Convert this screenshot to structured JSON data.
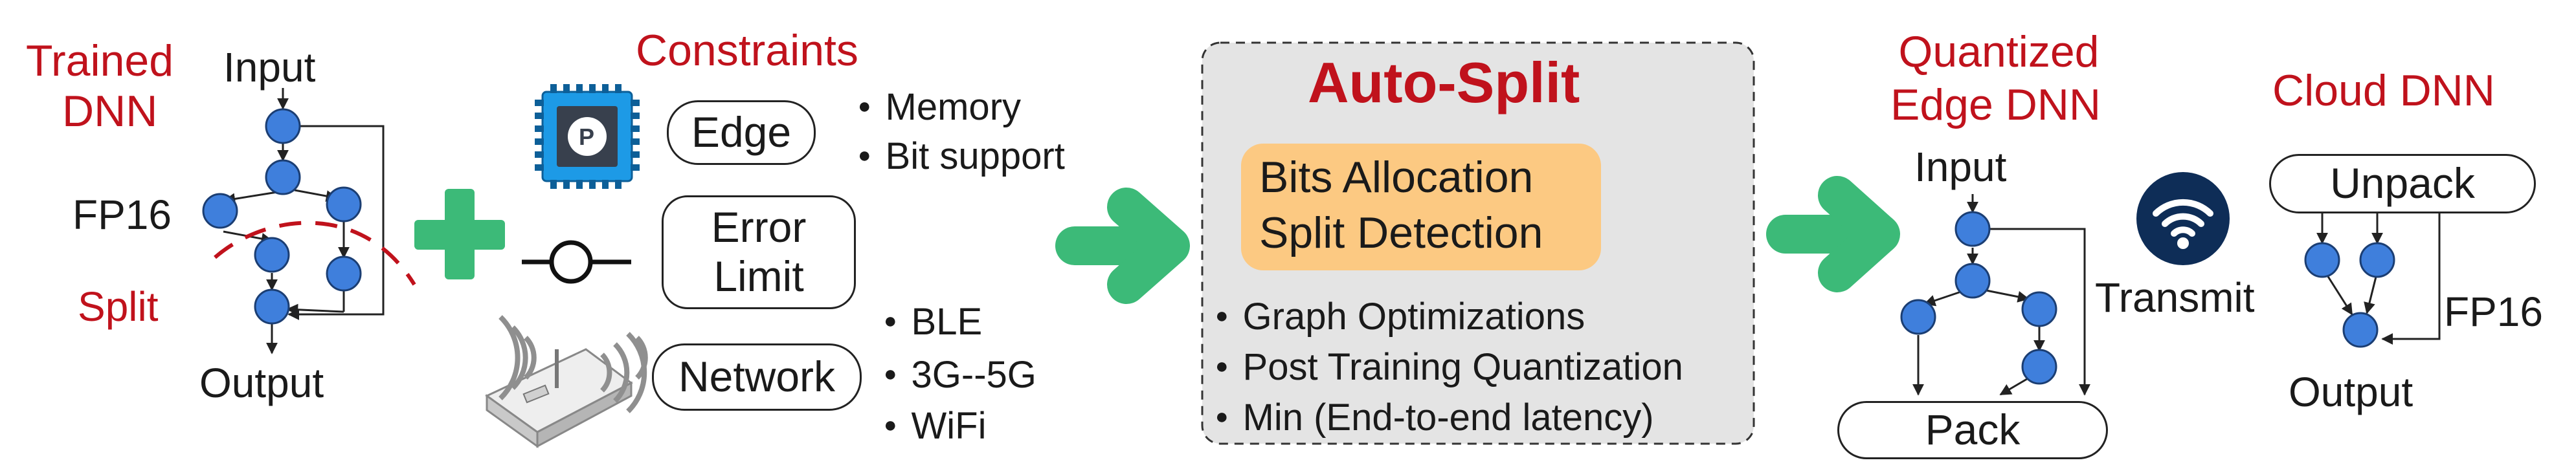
{
  "trained": {
    "title_line1": "Trained",
    "title_line2": "DNN",
    "input_label": "Input",
    "precision_label": "FP16",
    "split_label": "Split",
    "output_label": "Output"
  },
  "constraints": {
    "title": "Constraints",
    "edge_box": "Edge",
    "edge_bullets": [
      "Memory",
      "Bit support"
    ],
    "error_box_line1": "Error",
    "error_box_line2": "Limit",
    "network_box": "Network",
    "network_bullets": [
      "BLE",
      "3G--5G",
      "WiFi"
    ],
    "chip_letter": "P"
  },
  "autosplit": {
    "title": "Auto-Split",
    "feature_line1": "Bits Allocation",
    "feature_line2": "Split Detection",
    "bullets": [
      "Graph Optimizations",
      "Post Training Quantization",
      "Min (End-to-end latency)"
    ]
  },
  "edge_dnn": {
    "title_line1": "Quantized",
    "title_line2": "Edge DNN",
    "input_label": "Input",
    "pack_label": "Pack"
  },
  "transmit": {
    "label": "Transmit"
  },
  "cloud_dnn": {
    "title": "Cloud DNN",
    "unpack_label": "Unpack",
    "precision_label": "FP16",
    "output_label": "Output"
  },
  "colors": {
    "accent_red": "#c0121c",
    "plus_green": "#3cba78",
    "arrow_green": "#3cba78",
    "node_blue": "#3f7fdc",
    "autosplit_bg": "#e4e4e4",
    "feature_orange": "#fcc982",
    "transmit_navy": "#0e2d57"
  },
  "icons": [
    "chip-icon",
    "resistor-icon",
    "wifi-router-icon",
    "wifi-icon",
    "plus-icon",
    "arrow-right-icon"
  ]
}
